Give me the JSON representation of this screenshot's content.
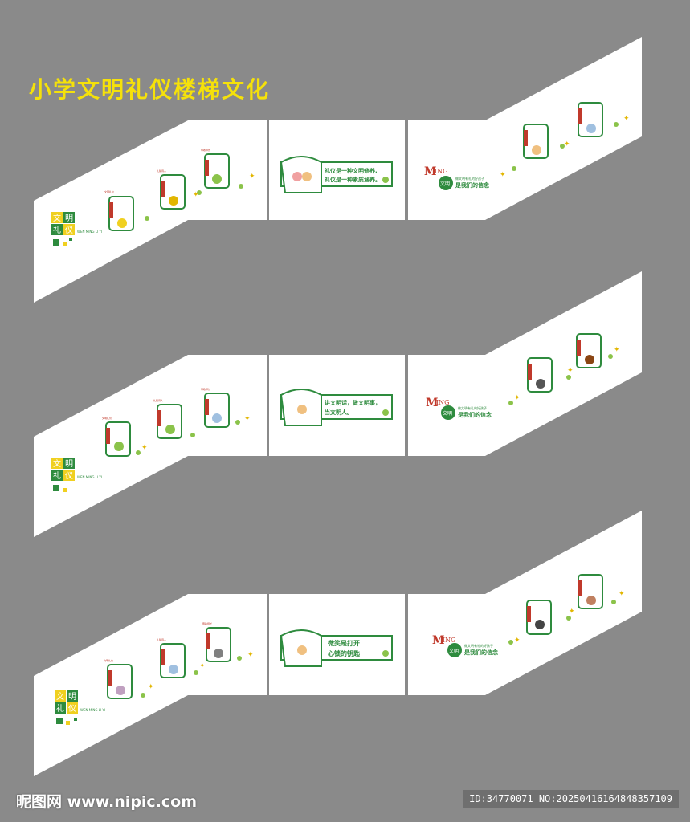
{
  "title": "小学文明礼仪楼梯文化",
  "colors": {
    "background": "#8a8a8a",
    "wall": "#ffffff",
    "green": "#2e8b3e",
    "red": "#c0392b",
    "yellow": "#f0d020",
    "gold": "#e2b600"
  },
  "logo": {
    "chars": [
      "文",
      "明",
      "礼",
      "仪"
    ],
    "sub": "WEN MING LI YI"
  },
  "ming": {
    "big": "M",
    "rest": "ING",
    "circle": "文明",
    "small": "做文明有礼的好孩子",
    "slogan": "是我们的信念"
  },
  "panel_labels": [
    "文明礼仪",
    "礼貌待人",
    "尊敬师长"
  ],
  "sections": [
    {
      "slogan_lines": [
        "礼仪是一种文明修养,",
        "礼仪是一种素质涵养。"
      ]
    },
    {
      "slogan_lines": [
        "讲文明话，做文明事，",
        "当文明人。"
      ]
    },
    {
      "slogan_lines": [
        "微笑是打开",
        "心锁的钥匙"
      ]
    }
  ],
  "watermark": {
    "left": "昵图网 www.nipic.com",
    "right": "ID:34770071 NO:20250416164848357109"
  }
}
